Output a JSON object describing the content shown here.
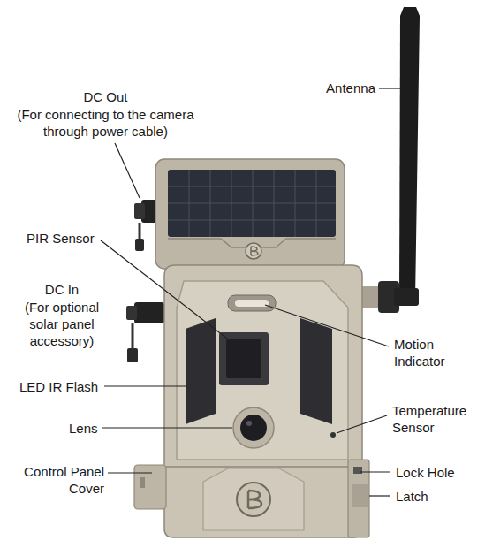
{
  "diagram": {
    "labels": [
      "DC Out",
      "(For connecting to the camera through power cable)",
      "Antenna",
      "PIR Sensor",
      "DC In",
      "(For optional solar panel accessory)",
      "Motion Indicator",
      "LED IR Flash",
      "Lens",
      "Temperature Sensor",
      "Control Panel Cover",
      "Lock Hole",
      "Latch"
    ]
  }
}
